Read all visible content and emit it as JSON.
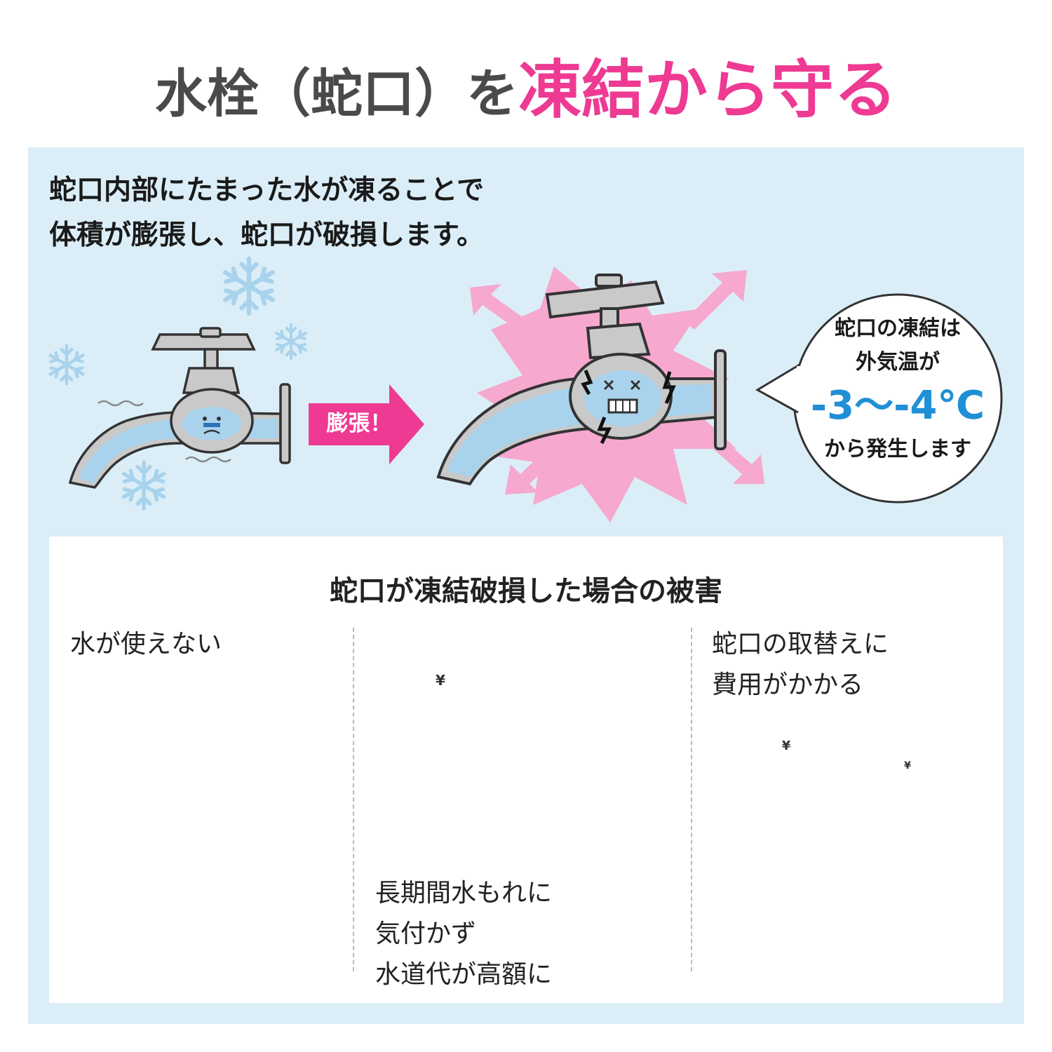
{
  "title": {
    "part1": "水栓（蛇口）を",
    "part2": "凍結から守る"
  },
  "lead": {
    "line1": "蛇口内部にたまった水が凍ることで",
    "line2": "体積が膨張し、蛇口が破損します。"
  },
  "arrow_label": "膨張！",
  "bubble": {
    "line1": "蛇口の凍結は",
    "line2": "外気温が",
    "temp": "-3～-4℃",
    "line3": "から発生します"
  },
  "damage": {
    "heading": "蛇口が凍結破損した場合の被害",
    "col1": {
      "caption": "水が使えない"
    },
    "col2": {
      "line1": "長期間水もれに",
      "line2": "気付かず",
      "line3": "水道代が高額に"
    },
    "col3": {
      "line1": "蛇口の取替えに",
      "line2": "費用がかかる"
    }
  },
  "yen_symbol": "¥",
  "colors": {
    "accent_pink": "#ee3a93",
    "accent_blue": "#1f8fd6",
    "panel_bg": "#dbeef8",
    "text_dark": "#4a4a4a"
  }
}
